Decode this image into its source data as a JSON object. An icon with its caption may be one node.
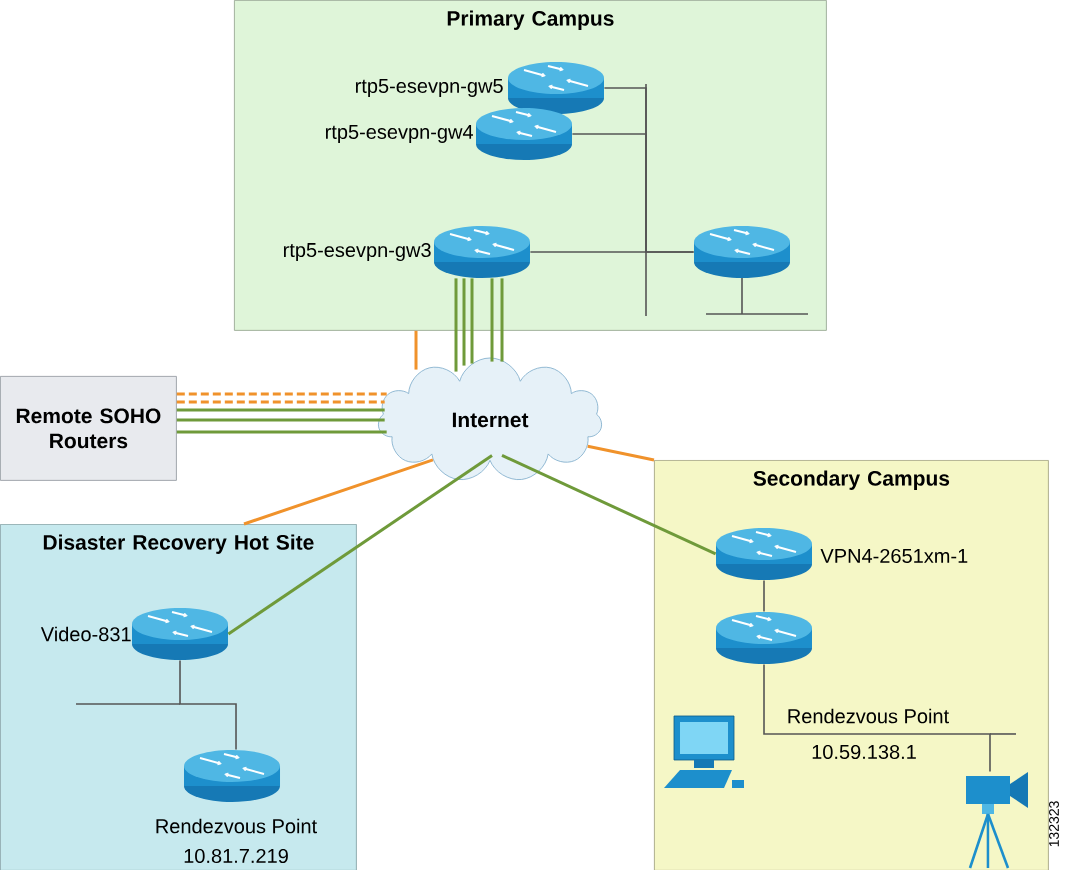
{
  "diagram": {
    "nodes": [
      {
        "text": [
          "Primary Campus"
        ]
      },
      {
        "text": [],
        "shape": "router",
        "in": 0,
        "beside": [
          "rtp5-esevpn-gw5"
        ]
      },
      {
        "text": [],
        "shape": "router",
        "in": 0,
        "beside": [
          "rtp5-esevpn-gw4"
        ]
      },
      {
        "text": [],
        "shape": "router",
        "in": 0,
        "beside": [
          "rtp5-esevpn-gw3"
        ]
      },
      {
        "text": [],
        "shape": "router",
        "in": 0
      },
      {
        "text": [
          "Internet"
        ]
      },
      {
        "text": [
          "Remote SOHO Routers"
        ]
      },
      {
        "text": [
          "Disaster Recovery Hot Site"
        ]
      },
      {
        "text": [],
        "shape": "router",
        "in": 7,
        "beside": [
          "Video-831"
        ]
      },
      {
        "text": [],
        "shape": "router",
        "in": 7,
        "beside": [
          "Rendezvous Point",
          "10.81.7.219"
        ]
      },
      {
        "text": [
          "Secondary Campus"
        ]
      },
      {
        "text": [],
        "shape": "router",
        "in": 10,
        "beside": [
          "VPN4-2651xm-1"
        ]
      },
      {
        "text": [],
        "shape": "router",
        "in": 10,
        "beside": [
          "Rendezvous Point",
          "10.59.138.1"
        ]
      },
      {
        "text": [],
        "shape": "computer",
        "in": 10
      },
      {
        "text": [],
        "shape": "camera",
        "in": 10
      }
    ],
    "edges": [
      {
        "from": 1,
        "to": 4,
        "arrow": "none"
      },
      {
        "from": 2,
        "to": 4,
        "arrow": "none"
      },
      {
        "from": 3,
        "to": 4,
        "arrow": "none"
      },
      {
        "from": 3,
        "to": 5,
        "arrow": "none",
        "color": "#6f9a3a"
      },
      {
        "from": 3,
        "to": 5,
        "arrow": "none",
        "color": "#6f9a3a"
      },
      {
        "from": 3,
        "to": 5,
        "arrow": "none",
        "color": "#6f9a3a"
      },
      {
        "from": 3,
        "to": 5,
        "arrow": "none",
        "color": "#6f9a3a"
      },
      {
        "from": 3,
        "to": 5,
        "arrow": "none",
        "color": "#6f9a3a"
      },
      {
        "from": 5,
        "to": 6,
        "arrow": "none",
        "color": "#6f9a3a"
      },
      {
        "from": 5,
        "to": 6,
        "arrow": "none",
        "color": "#6f9a3a"
      },
      {
        "from": 5,
        "to": 6,
        "arrow": "none",
        "color": "#6f9a3a"
      },
      {
        "from": 5,
        "to": 8,
        "arrow": "none",
        "color": "#6f9a3a"
      },
      {
        "from": 5,
        "to": 11,
        "arrow": "none",
        "color": "#6f9a3a"
      },
      {
        "from": 6,
        "to": 5,
        "arrow": "none",
        "style": "dashed",
        "color": "#f0922b"
      },
      {
        "from": 6,
        "to": 5,
        "arrow": "none",
        "style": "dashed",
        "color": "#f0922b"
      },
      {
        "from": 5,
        "to": 0,
        "arrow": "none",
        "color": "#f0922b"
      },
      {
        "from": 5,
        "to": 7,
        "arrow": "none",
        "color": "#f0922b"
      },
      {
        "from": 5,
        "to": 10,
        "arrow": "none",
        "color": "#f0922b"
      },
      {
        "from": 8,
        "to": 9,
        "arrow": "none"
      },
      {
        "from": 11,
        "to": 12,
        "arrow": "none"
      },
      {
        "from": 12,
        "to": 14,
        "arrow": "none"
      }
    ],
    "labels": [
      "132323"
    ]
  }
}
